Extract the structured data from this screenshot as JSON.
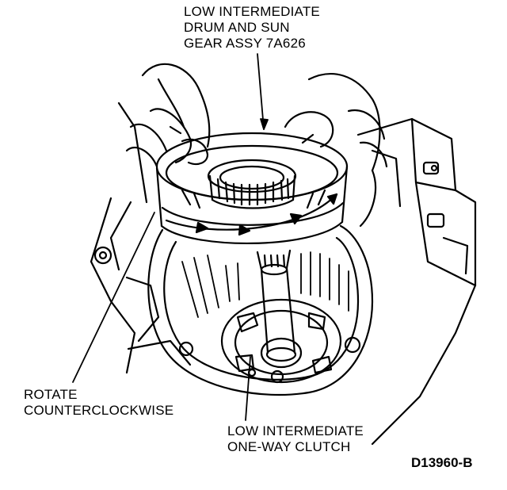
{
  "labels": {
    "drum_assy": [
      "LOW INTERMEDIATE",
      "DRUM AND SUN",
      "GEAR ASSY 7A626"
    ],
    "rotate": [
      "ROTATE",
      "COUNTERCLOCKWISE"
    ],
    "one_way_clutch": [
      "LOW INTERMEDIATE",
      "ONE-WAY CLUTCH"
    ],
    "figure_id": "D13960-B"
  }
}
